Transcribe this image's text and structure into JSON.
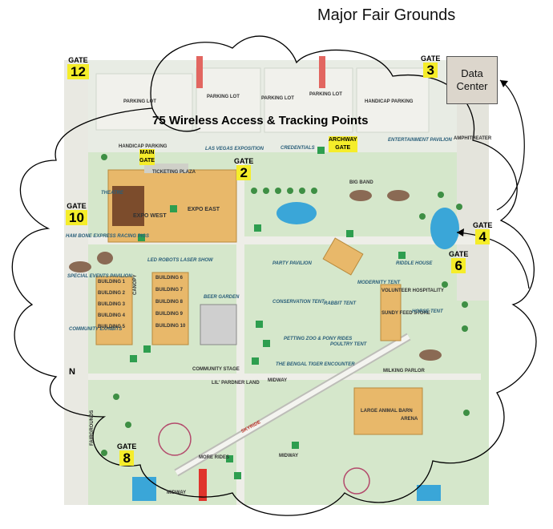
{
  "title": "Major Fair Grounds",
  "heading": "75 Wireless Access & Tracking Points",
  "data_center": {
    "line1": "Data",
    "line2": "Center"
  },
  "gates": [
    {
      "label": "GATE",
      "number": "12"
    },
    {
      "label": "GATE",
      "number": "3"
    },
    {
      "label": "GATE",
      "number": "2"
    },
    {
      "label": "GATE",
      "number": "10"
    },
    {
      "label": "GATE",
      "number": "4"
    },
    {
      "label": "GATE",
      "number": "6"
    },
    {
      "label": "GATE",
      "number": "8"
    }
  ],
  "main_gate": {
    "line1": "MAIN",
    "line2": "GATE"
  },
  "archway_gate": {
    "line1": "ARCHWAY",
    "line2": "GATE"
  },
  "map_labels": {
    "parking_lot": "PARKING LOT",
    "handicap_parking": "HANDICAP PARKING",
    "amphitheater": "AMPHITHEATER",
    "las_vegas": "LAS VEGAS EXPOSITION",
    "credentials": "CREDENTIALS",
    "entertainment": "ENTERTAINMENT PAVILION",
    "ticketing": "TICKETING PLAZA",
    "theatre": "THEATRE",
    "expo_west": "EXPO WEST",
    "expo_east": "EXPO EAST",
    "big_band": "BIG BAND",
    "ham_bone": "HAM BONE EXPRESS RACING PIGS",
    "led_robots": "LED ROBOTS LASER SHOW",
    "party_pavilion": "PARTY PAVILION",
    "riddle_house": "RIDDLE HOUSE",
    "special_events": "SPECIAL EVENTS PAVILION",
    "canopy": "CANOPY",
    "beer_garden": "BEER GARDEN",
    "conservation": "CONSERVATION TENT",
    "rabbit": "RABBIT TENT",
    "modernity": "MODERNITY TENT",
    "volunteer": "VOLUNTEER HOSPITALITY",
    "sundy": "SUNDY FEED STORE",
    "horse": "HORSE TENT",
    "community_exhibits": "COMMUNITY EXHIBITS",
    "petting_zoo": "PETTING ZOO & PONY RIDES",
    "poultry": "POULTRY TENT",
    "community_stage": "COMMUNITY STAGE",
    "bengal": "THE BENGAL TIGER ENCOUNTER",
    "milking": "MILKING PARLOR",
    "lil_pardner": "LIL' PARDNER LAND",
    "midway": "MIDWAY",
    "large_animal": "LARGE ANIMAL BARN",
    "arena": "ARENA",
    "skyride": "SKYRIDE",
    "more_rides": "MORE RIDES",
    "fairgrounds": "FAIRGROUNDS",
    "compass_n": "N"
  },
  "buildings_left": [
    "BUILDING 1",
    "BUILDING 2",
    "BUILDING 3",
    "BUILDING 4",
    "BUILDING 5"
  ],
  "buildings_right": [
    "BUILDING 6",
    "BUILDING 7",
    "BUILDING 8",
    "BUILDING 9",
    "BUILDING 10"
  ],
  "colors": {
    "ground": "#cfe3c4",
    "path": "#eeeee8",
    "building": "#e8b86a",
    "water": "#3aa6d8",
    "gate_yellow": "#f5ed2a",
    "wireless_green": "#2e9e4f",
    "cloud_stroke": "#000000"
  }
}
